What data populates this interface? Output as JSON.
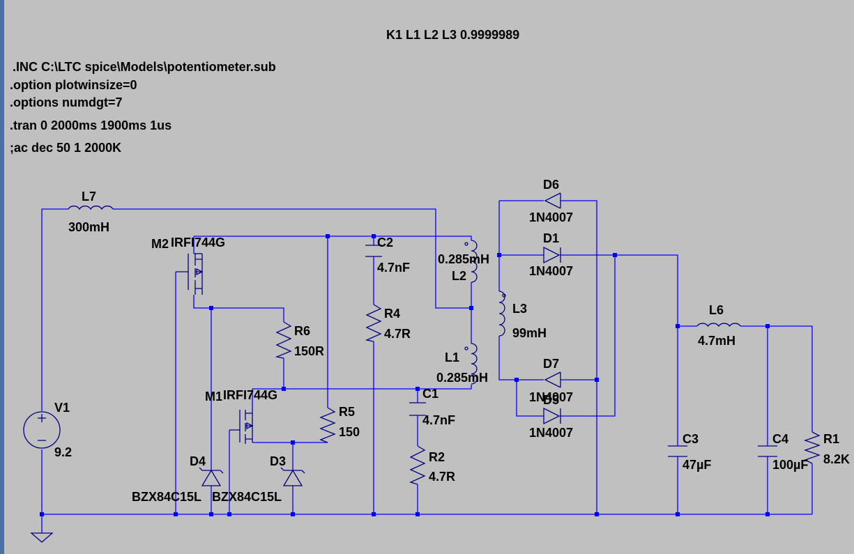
{
  "directives": {
    "coupling": "K1 L1 L2 L3 0.9999989",
    "include": ".INC C:\\LTC spice\\Models\\potentiometer.sub",
    "opt1": ".option plotwinsize=0",
    "opt2": ".options numdgt=7",
    "tran": ".tran 0 2000ms 1900ms 1us",
    "ac": ";ac dec 50 1 2000K"
  },
  "components": {
    "L7": {
      "name": "L7",
      "value": "300mH"
    },
    "L6": {
      "name": "L6",
      "value": "4.7mH"
    },
    "L2": {
      "name": "L2",
      "value": "0.285mH"
    },
    "L1": {
      "name": "L1",
      "value": "0.285mH"
    },
    "L3": {
      "name": "L3",
      "value": "99mH"
    },
    "M2": {
      "name": "M2",
      "model": "IRFI744G"
    },
    "M1": {
      "name": "M1",
      "model": "IRFI744G"
    },
    "C2": {
      "name": "C2",
      "value": "4.7nF"
    },
    "C1": {
      "name": "C1",
      "value": "4.7nF"
    },
    "C3": {
      "name": "C3",
      "value": "47µF"
    },
    "C4": {
      "name": "C4",
      "value": "100µF"
    },
    "R4": {
      "name": "R4",
      "value": "4.7R"
    },
    "R2": {
      "name": "R2",
      "value": "4.7R"
    },
    "R6": {
      "name": "R6",
      "value": "150R"
    },
    "R5": {
      "name": "R5",
      "value": "150"
    },
    "R1": {
      "name": "R1",
      "value": "8.2K"
    },
    "V1": {
      "name": "V1",
      "value": "9.2"
    },
    "D1": {
      "name": "D1",
      "model": "1N4007"
    },
    "D6": {
      "name": "D6",
      "model": "1N4007"
    },
    "D7": {
      "name": "D7",
      "model": "1N4007"
    },
    "D5": {
      "name": "D5",
      "model": "1N4007"
    },
    "D3": {
      "name": "D3",
      "model": "BZX84C15L"
    },
    "D4": {
      "name": "D4",
      "model": "BZX84C15L"
    }
  }
}
